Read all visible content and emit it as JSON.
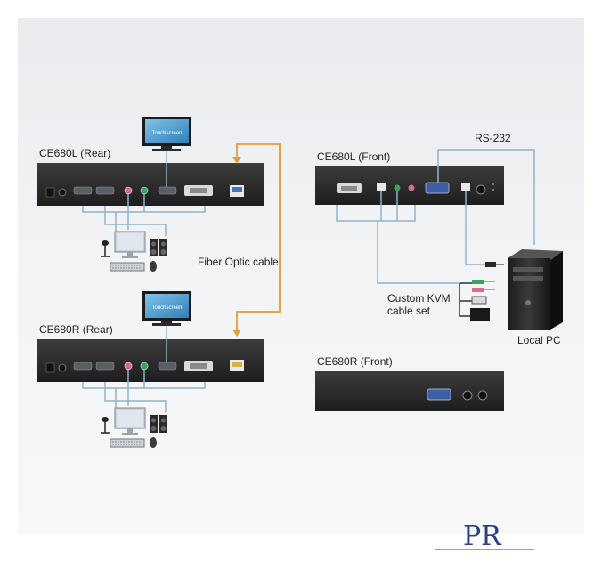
{
  "labels": {
    "ce680l_rear": "CE680L (Rear)",
    "ce680r_rear": "CE680R (Rear)",
    "ce680l_front": "CE680L (Front)",
    "ce680r_front": "CE680R (Front)",
    "touchscreen_top": "Touchscreen",
    "touchscreen_bottom": "Touchscreen",
    "fiber_optic_cable": "Fiber Optic cable",
    "rs232": "RS-232",
    "custom_kvm_line1": "Custom KVM",
    "custom_kvm_line2": "cable set",
    "local_pc": "Local PC",
    "logo_text": "PR"
  },
  "colors": {
    "unit_body": "#2e2e2e",
    "cable_blue": "#8fb3cc",
    "fiber_orange": "#e39b3c",
    "port_hdmi": "#5a5f66",
    "port_dvi": "#d9d9d9",
    "port_green": "#3aa35b",
    "port_pink": "#d96a8e"
  },
  "icons": [
    "monitor-icon",
    "microphone-icon",
    "speaker-icon",
    "keyboard-icon",
    "mouse-icon",
    "pc-tower-icon",
    "logo"
  ]
}
